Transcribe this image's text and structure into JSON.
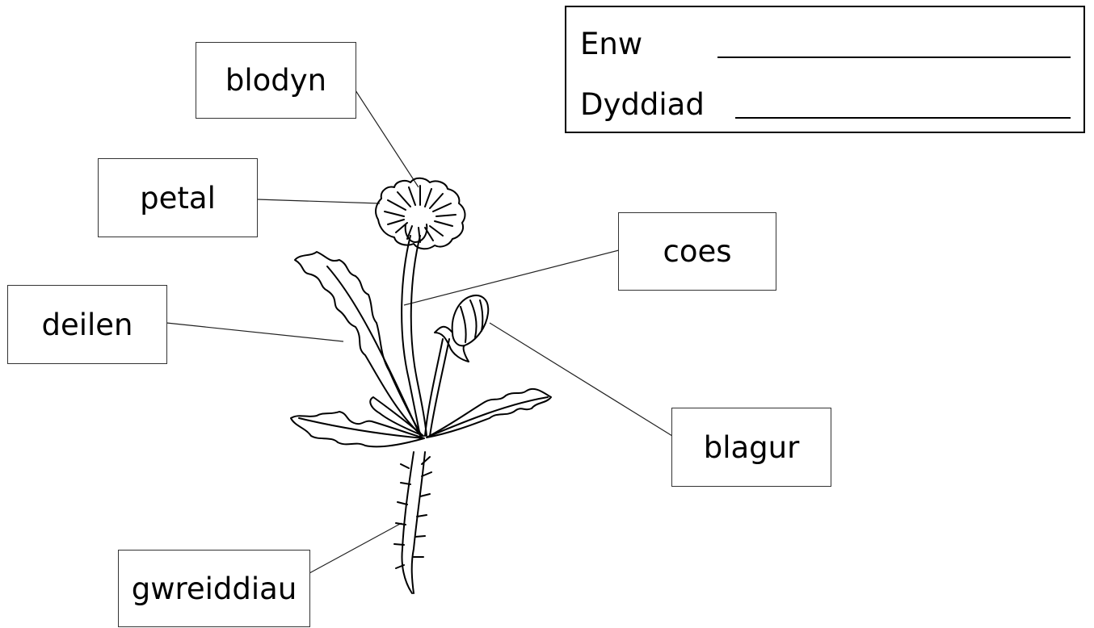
{
  "name_panel": {
    "name_label": "Enw",
    "date_label": "Dyddiad"
  },
  "labels": {
    "flower": "blodyn",
    "petal": "petal",
    "stem": "coes",
    "leaf": "deilen",
    "bud": "blagur",
    "roots": "gwreiddiau"
  },
  "colors": {
    "ink": "#000000",
    "box_border": "#333333",
    "background": "#ffffff"
  }
}
